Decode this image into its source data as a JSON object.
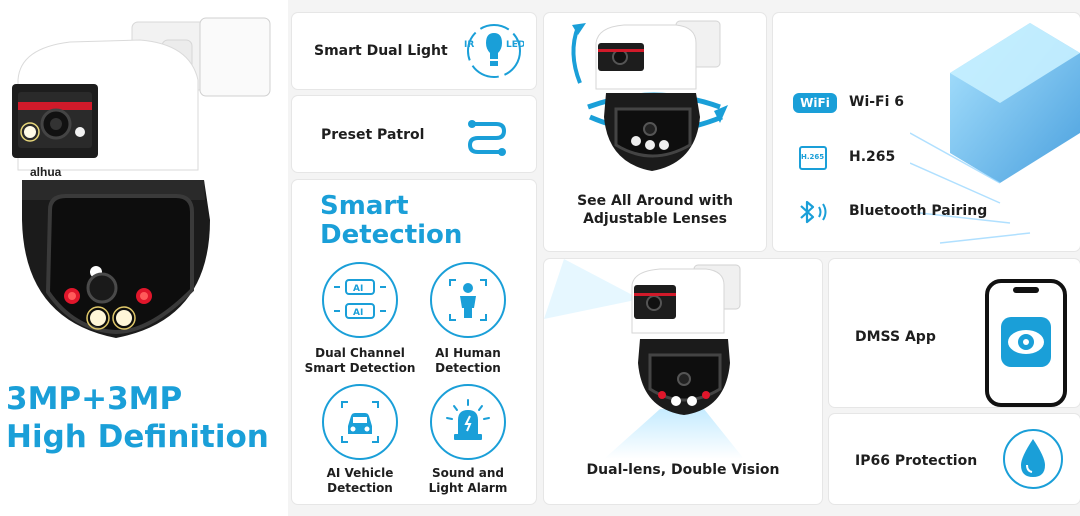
{
  "hero": {
    "brand": "alhua",
    "title_line1": "3MP+3MP",
    "title_line2": "High Definition"
  },
  "cards": {
    "smart_dual_light": {
      "label": "Smart Dual Light",
      "icon_left": "IR",
      "icon_right": "LED"
    },
    "preset_patrol": {
      "label": "Preset Patrol"
    },
    "smart_detection": {
      "title_line1": "Smart",
      "title_line2": "Detection",
      "items": [
        {
          "line1": "Dual Channel",
          "line2": "Smart Detection",
          "icon": "dual-channel-icon",
          "badge": "AI"
        },
        {
          "line1": "AI  Human",
          "line2": "Detection",
          "icon": "human-icon"
        },
        {
          "line1": "AI Vehicle",
          "line2": "Detection",
          "icon": "vehicle-icon"
        },
        {
          "line1": "Sound and",
          "line2": "Light Alarm",
          "icon": "alarm-icon"
        }
      ]
    },
    "see_all_around": {
      "line1": "See All Around with",
      "line2": "Adjustable Lenses"
    },
    "connectivity": {
      "wifi": {
        "badge": "WiFi",
        "label": "Wi-Fi 6"
      },
      "codec": {
        "chip": "H.265",
        "label": "H.265"
      },
      "bluetooth": {
        "label": "Bluetooth Pairing"
      }
    },
    "dual_lens": {
      "label": "Dual-lens, Double Vision"
    },
    "dmss": {
      "label": "DMSS App"
    },
    "ip66": {
      "label": "IP66 Protection"
    }
  },
  "colors": {
    "accent": "#1a9fd8",
    "dark": "#1e1e1e",
    "red_led": "#e0162b"
  }
}
